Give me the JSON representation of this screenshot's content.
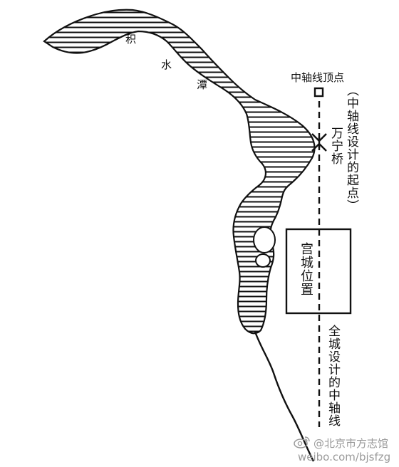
{
  "map": {
    "lake_name": [
      "积",
      "水",
      "潭"
    ],
    "axis_top_label": "中轴线顶点",
    "axis_start_note": "（中轴线设计的起点）",
    "bridge_label": "万宁桥",
    "palace_label": "宫城位置",
    "city_axis_label": "全城设计的中轴线"
  },
  "watermark": {
    "name": "@北京市方志馆",
    "url": "weibo.com/bjsfzg"
  },
  "colors": {
    "ink": "#111111",
    "watermark": "#9a9a9a"
  },
  "icons": [
    "weibo-logo-icon",
    "bridge-icon"
  ]
}
